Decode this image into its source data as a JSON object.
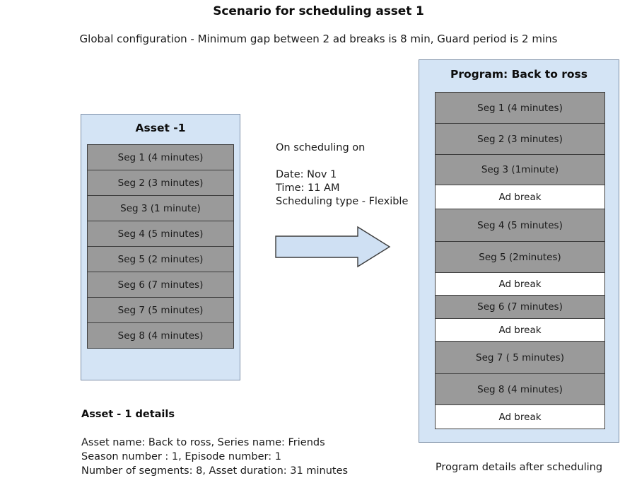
{
  "title": "Scenario for scheduling asset 1",
  "subtitle": "Global configuration - Minimum gap between 2 ad breaks is 8 min, Guard period is 2 mins",
  "colors": {
    "panel_fill": "#d4e4f5",
    "panel_border": "#7e90a8",
    "segment_fill": "#9a9a9a",
    "segment_border": "#3d3d3d",
    "ad_break_fill": "#ffffff",
    "arrow_fill": "#cfe0f3",
    "arrow_border": "#3d3d3d",
    "text": "#1a1a1a"
  },
  "asset_panel": {
    "title": "Asset -1",
    "segments": [
      {
        "label": "Seg 1 (4 minutes)",
        "type": "segment",
        "minutes": 4
      },
      {
        "label": "Seg 2 (3 minutes)",
        "type": "segment",
        "minutes": 3
      },
      {
        "label": "Seg 3 (1 minute)",
        "type": "segment",
        "minutes": 1
      },
      {
        "label": "Seg 4 (5 minutes)",
        "type": "segment",
        "minutes": 5
      },
      {
        "label": "Seg 5 (2 minutes)",
        "type": "segment",
        "minutes": 2
      },
      {
        "label": "Seg 6 (7 minutes)",
        "type": "segment",
        "minutes": 7
      },
      {
        "label": "Seg 7 (5 minutes)",
        "type": "segment",
        "minutes": 5
      },
      {
        "label": "Seg 8 (4 minutes)",
        "type": "segment",
        "minutes": 4
      }
    ]
  },
  "middle": {
    "intro": "On scheduling on",
    "details": "Date: Nov 1\nTime: 11 AM\nScheduling type - Flexible",
    "arrow_icon": "right-arrow-icon"
  },
  "program_panel": {
    "title": "Program: Back to ross",
    "rows": [
      {
        "label": "Seg 1 (4 minutes)",
        "type": "segment",
        "height": 45
      },
      {
        "label": "Seg 2 (3 minutes)",
        "type": "segment",
        "height": 45
      },
      {
        "label": "Seg 3 (1minute)",
        "type": "segment",
        "height": 44
      },
      {
        "label": "Ad break",
        "type": "ad_break",
        "height": 35
      },
      {
        "label": "Seg 4 (5 minutes)",
        "type": "segment",
        "height": 47
      },
      {
        "label": "Seg 5 (2minutes)",
        "type": "segment",
        "height": 45
      },
      {
        "label": "Ad break",
        "type": "ad_break",
        "height": 33
      },
      {
        "label": "Seg 6 (7 minutes)",
        "type": "segment",
        "height": 34
      },
      {
        "label": "Ad break",
        "type": "ad_break",
        "height": 33
      },
      {
        "label": "Seg 7 ( 5 minutes)",
        "type": "segment",
        "height": 47
      },
      {
        "label": "Seg 8 (4 minutes)",
        "type": "segment",
        "height": 45
      },
      {
        "label": "Ad break",
        "type": "ad_break",
        "height": 35
      }
    ]
  },
  "asset_details": {
    "heading": "Asset - 1 details",
    "body": "Asset name: Back to ross, Series name: Friends\nSeason number : 1, Episode number: 1\nNumber of segments: 8, Asset duration: 31 minutes"
  },
  "program_caption": "Program details after scheduling"
}
